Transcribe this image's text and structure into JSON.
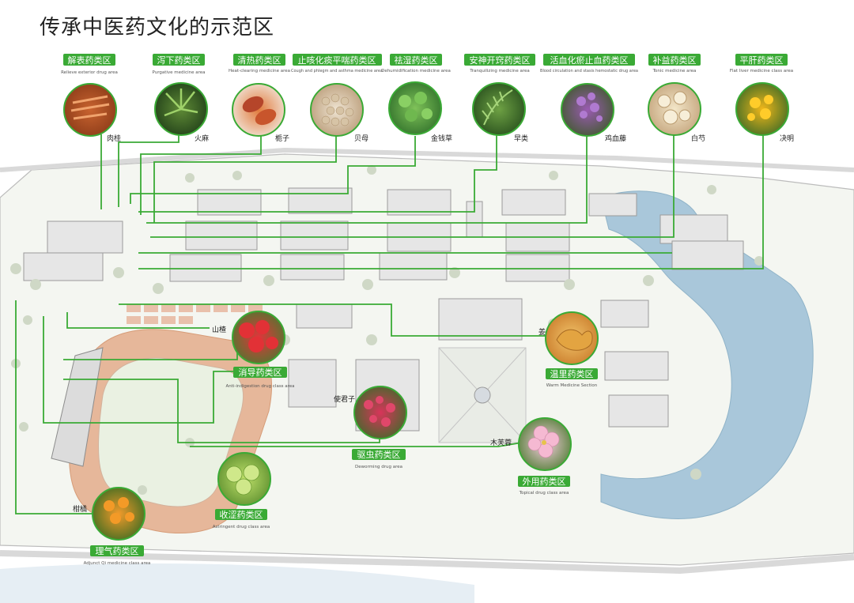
{
  "title": "传承中医药文化的示范区",
  "colors": {
    "accent": "#3aaa35",
    "water": "#a9c7da",
    "track": "#e6b79a",
    "road": "#c8c8c8"
  },
  "top_zones": [
    {
      "label": "解表药类区",
      "sub": "Relieve exterior drug area",
      "herb": "肉桂",
      "icon": "cinnamon-icon"
    },
    {
      "label": "泻下药类区",
      "sub": "Purgative medicine area",
      "herb": "火麻",
      "icon": "hemp-leaf-icon"
    },
    {
      "label": "清热药类区",
      "sub": "Heat-clearing medicine area",
      "herb": "栀子",
      "icon": "gardenia-icon"
    },
    {
      "label": "止咳化痰平喘药类区",
      "sub": "Cough and phlegm and asthma medicine area",
      "herb": "贝母",
      "icon": "fritillaria-icon"
    },
    {
      "label": "祛湿药类区",
      "sub": "Dehumidification medicine area",
      "herb": "金钱草",
      "icon": "coin-grass-icon"
    },
    {
      "label": "安神开窍药类区",
      "sub": "Tranquilizing medicine area",
      "herb": "早类",
      "icon": "fern-icon"
    },
    {
      "label": "活血化瘀止血药类区",
      "sub": "Blood circulation and stasis hemostatic drug area",
      "herb": "鸡血藤",
      "icon": "purple-flower-icon"
    },
    {
      "label": "补益药类区",
      "sub": "Tonic medicine area",
      "herb": "白芍",
      "icon": "peony-root-icon"
    },
    {
      "label": "平肝药类区",
      "sub": "Flat liver medicine class area",
      "herb": "决明",
      "icon": "cassia-flower-icon"
    }
  ],
  "map_zones": [
    {
      "label": "消导药类区",
      "sub": "Anti-indigestion drug class area",
      "herb": "山楂",
      "icon": "hawthorn-icon"
    },
    {
      "label": "驱虫药类区",
      "sub": "Deworming drug area",
      "herb": "使君子",
      "icon": "quisqualis-icon"
    },
    {
      "label": "收涩药类区",
      "sub": "Astringent drug class area",
      "herb": "",
      "icon": "green-fruit-icon"
    },
    {
      "label": "理气药类区",
      "sub": "Adjunct Qi medicine class area",
      "herb": "柑橘",
      "icon": "tangerine-icon"
    },
    {
      "label": "温里药类区",
      "sub": "Warm Medicine Section",
      "herb": "姜",
      "icon": "ginger-icon"
    },
    {
      "label": "外用药类区",
      "sub": "Topical drug class area",
      "herb": "木芙蓉",
      "icon": "hibiscus-icon"
    }
  ]
}
